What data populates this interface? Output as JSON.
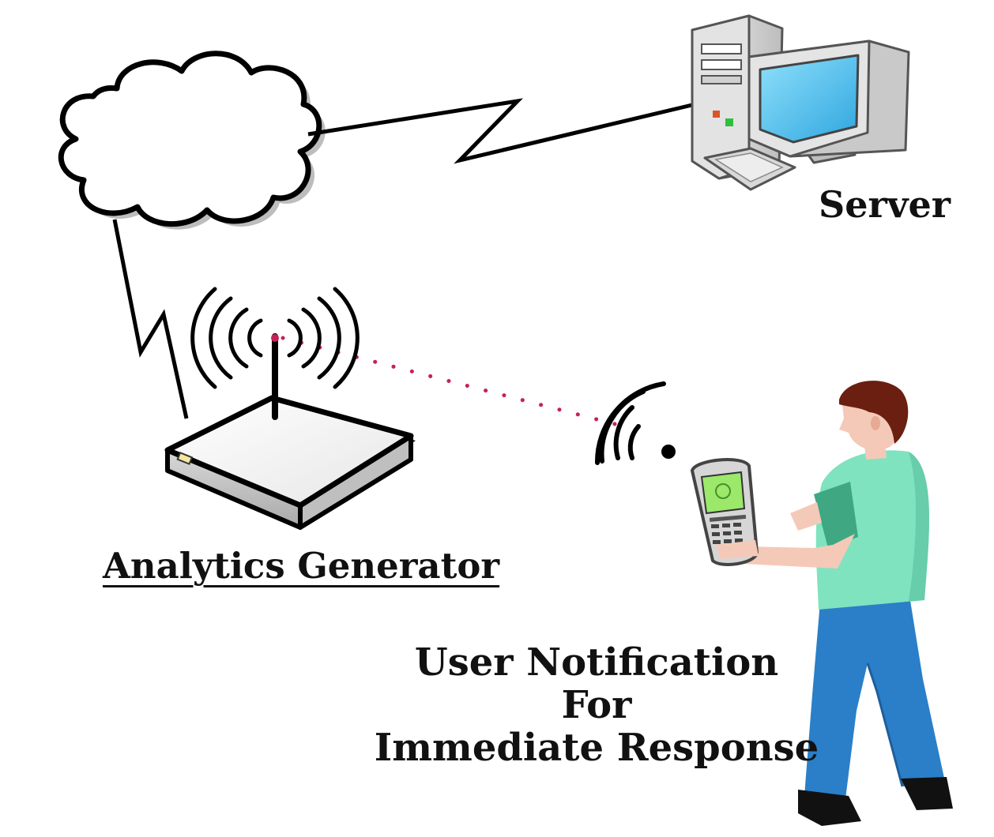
{
  "labels": {
    "server": "Server",
    "analytics_generator": "Analytics Generator",
    "user_notification": [
      "User Notification",
      "For",
      "Immediate Response"
    ]
  },
  "icons": {
    "cloud": "cloud-icon",
    "server": "desktop-computer-icon",
    "router": "wireless-router-icon",
    "phone": "mobile-phone-icon",
    "user": "person-icon"
  },
  "colors": {
    "line": "#000000",
    "wireless_dots": "#c8205a",
    "monitor_screen": "#5ecbf2",
    "shirt": "#7fe3c0",
    "sleeve": "#3fa882",
    "pants": "#2a7fc8",
    "hair": "#6b1f10",
    "skin": "#f4c9b8",
    "phone_screen": "#9be86a"
  }
}
